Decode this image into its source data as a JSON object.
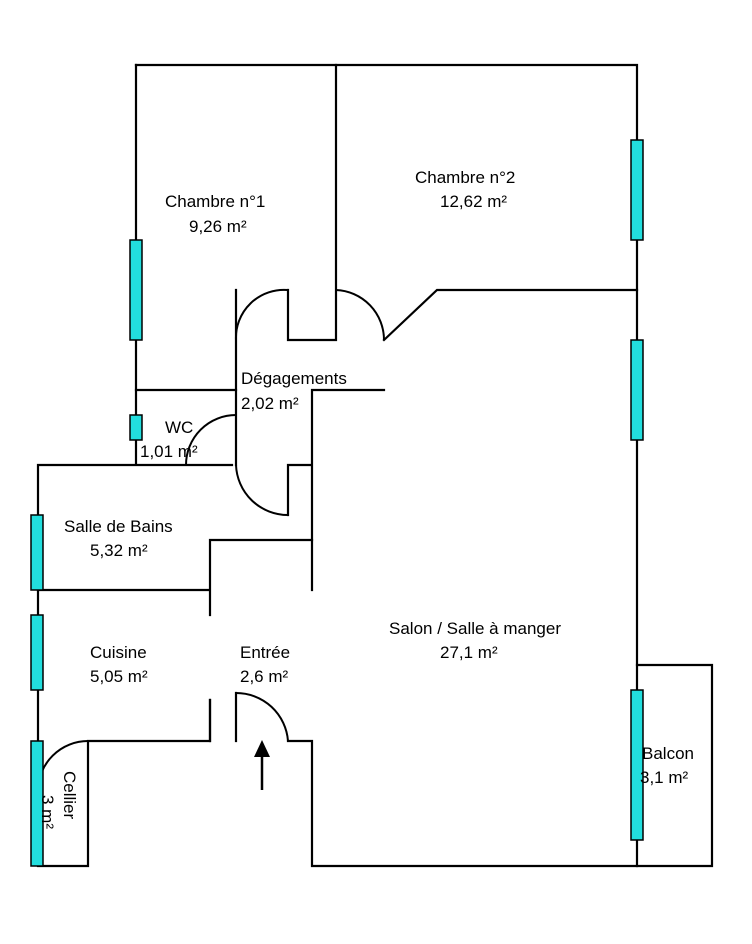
{
  "colors": {
    "window": "#22dede",
    "wall": "#000000",
    "background": "#ffffff"
  },
  "rooms": {
    "chambre1": {
      "name": "Chambre n°1",
      "area": "9,26  m²"
    },
    "chambre2": {
      "name": "Chambre n°2",
      "area": "12,62  m²"
    },
    "degagements": {
      "name": "Dégagements",
      "area": "2,02  m²"
    },
    "wc": {
      "name": "WC",
      "area": "1,01  m²"
    },
    "salle_bains": {
      "name": "Salle de Bains",
      "area": "5,32  m²"
    },
    "salon": {
      "name": "Salon / Salle à manger",
      "area": "27,1  m²"
    },
    "cuisine": {
      "name": "Cuisine",
      "area": "5,05  m²"
    },
    "entree": {
      "name": "Entrée",
      "area": "2,6  m²"
    },
    "balcon": {
      "name": "Balcon",
      "area": "3,1  m²"
    },
    "cellier": {
      "name": "Cellier",
      "area": "3  m²"
    }
  },
  "icons": {
    "entrance": "arrow-up-icon"
  }
}
